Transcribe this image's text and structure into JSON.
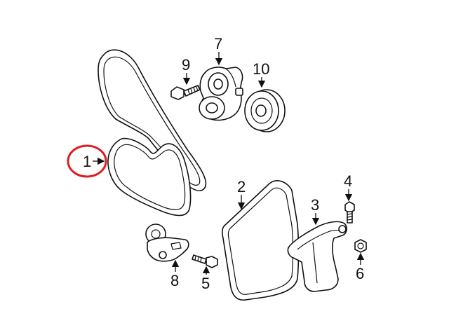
{
  "callouts": {
    "c1": "1",
    "c2": "2",
    "c3": "3",
    "c4": "4",
    "c5": "5",
    "c6": "6",
    "c7": "7",
    "c8": "8",
    "c9": "9",
    "c10": "10"
  },
  "highlight": {
    "target": "1",
    "color": "#e01e1e"
  }
}
